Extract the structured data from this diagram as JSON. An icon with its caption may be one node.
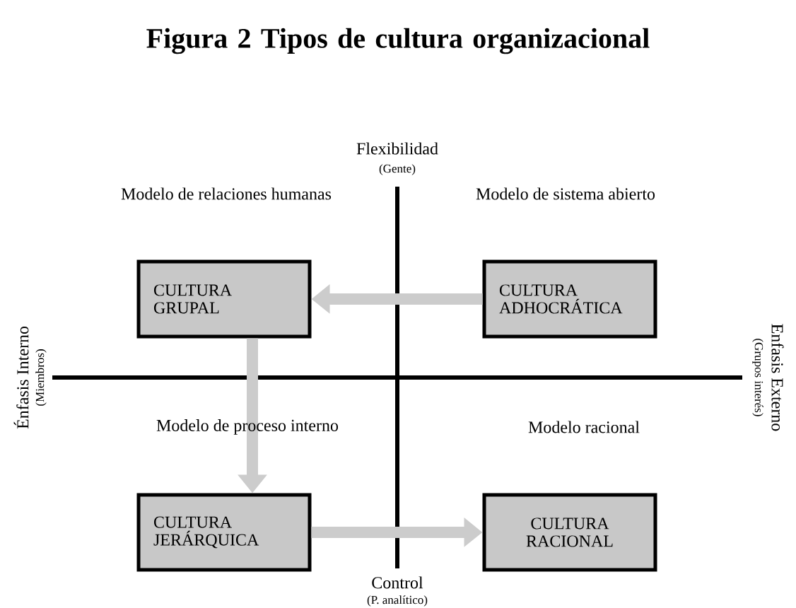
{
  "diagram": {
    "title": "Figura 2 Tipos de cultura organizacional",
    "nodes": [
      {
        "text": [
          "CULTURA GRUPAL"
        ]
      },
      {
        "text": [
          "CULTURA ADHOCRÁTICA"
        ]
      },
      {
        "text": [
          "CULTURA JERÁRQUICA"
        ]
      },
      {
        "text": [
          "CULTURA RACIONAL"
        ]
      }
    ],
    "edges": [
      {
        "from": 1,
        "to": 0,
        "arrow": "to"
      },
      {
        "from": 0,
        "to": 2,
        "arrow": "to"
      },
      {
        "from": 2,
        "to": 3,
        "arrow": "to"
      }
    ],
    "labels": [
      "Flexibilidad",
      "(Gente)",
      "Modelo de relaciones humanas",
      "Modelo de sistema abierto",
      "Énfasis Interno",
      "(Miembros)",
      "Enfasis Externo",
      "(Grupos interés)",
      "Modelo de proceso interno",
      "Modelo racional",
      "Control",
      "(P. analítico)"
    ]
  }
}
